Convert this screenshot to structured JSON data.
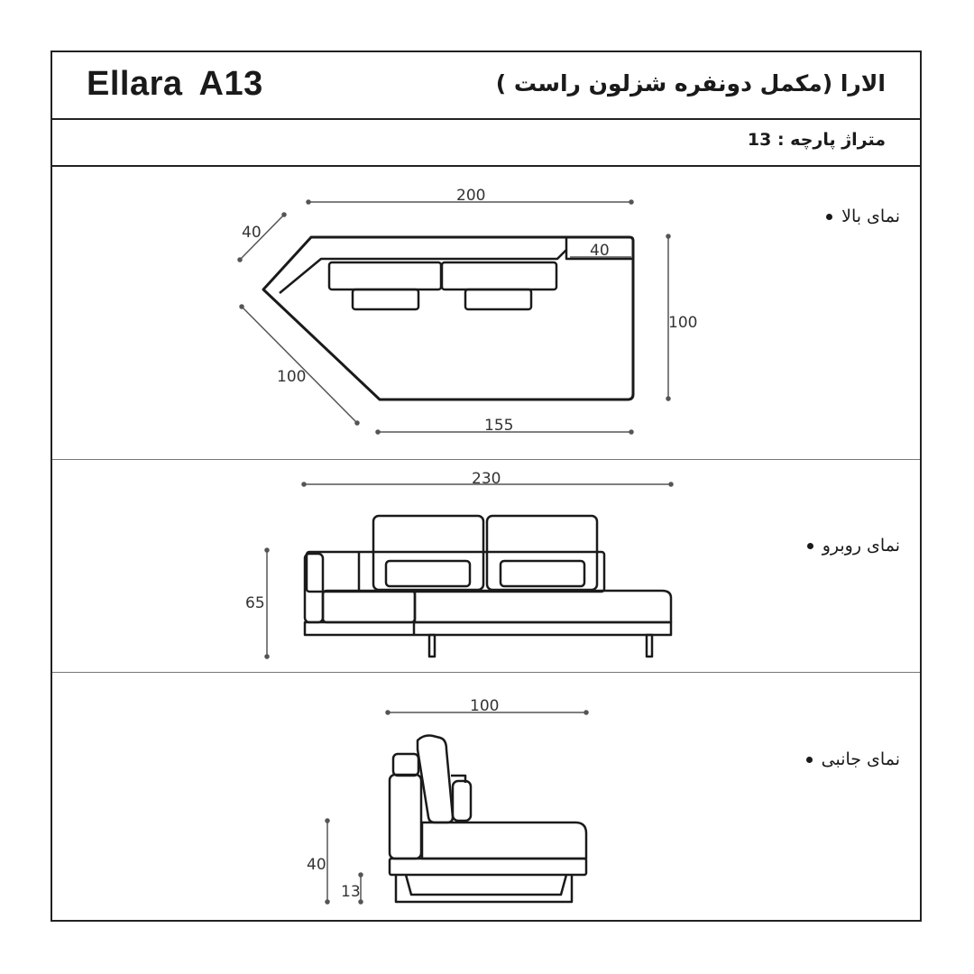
{
  "header": {
    "brand": "Ellara",
    "model": "A13",
    "title_fa": "الارا (مکمل دونفره شزلون راست )"
  },
  "fabric": {
    "text": "متراژ پارچه : 13"
  },
  "views": {
    "top": {
      "label": "نمای بالا",
      "dims": {
        "width": "200",
        "diag_short": "40",
        "inner": "40",
        "depth": "100",
        "diag_long": "100",
        "bottom": "155"
      }
    },
    "front": {
      "label": "نمای روبرو",
      "dims": {
        "width": "230",
        "height": "65"
      }
    },
    "side": {
      "label": "نمای جانبی",
      "dims": {
        "depth": "100",
        "seat": "40",
        "leg": "13"
      }
    }
  },
  "colors": {
    "line": "#1a1a1a",
    "dim": "#555555",
    "frame": "#222222"
  }
}
